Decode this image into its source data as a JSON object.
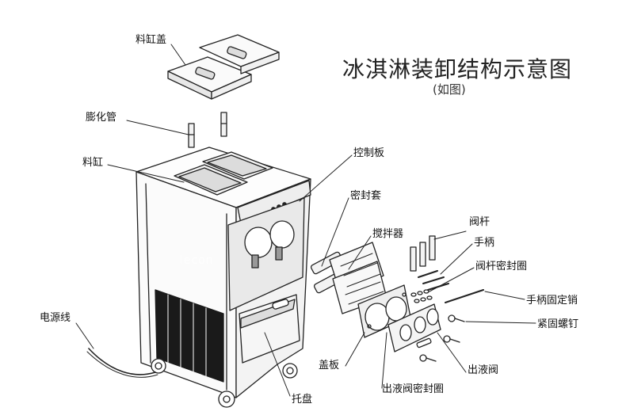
{
  "title": "冰淇淋装卸结构示意图",
  "subtitle": "(如图)",
  "watermark": "lecon",
  "labels": {
    "liao_gang_gai": "料缸盖",
    "peng_hua_guan": "膨化管",
    "liao_gang": "料缸",
    "kong_zhi_ban": "控制板",
    "mi_feng_tao": "密封套",
    "jiao_ban_qi": "搅拌器",
    "fa_gan": "阀杆",
    "shou_bing": "手柄",
    "fa_gan_mi_feng_quan": "阀杆密封圈",
    "shou_bing_gu_ding_xiao": "手柄固定销",
    "jin_gu_luo_ding": "紧固螺钉",
    "dian_yuan_xian": "电源线",
    "gai_ban": "盖板",
    "chu_ye_fa": "出液阀",
    "chu_ye_fa_mi_feng_quan": "出液阀密封圈",
    "tuo_pan": "托盘"
  },
  "colors": {
    "line": "#222222",
    "panel": "#1a1a1a",
    "bg": "#ffffff"
  }
}
